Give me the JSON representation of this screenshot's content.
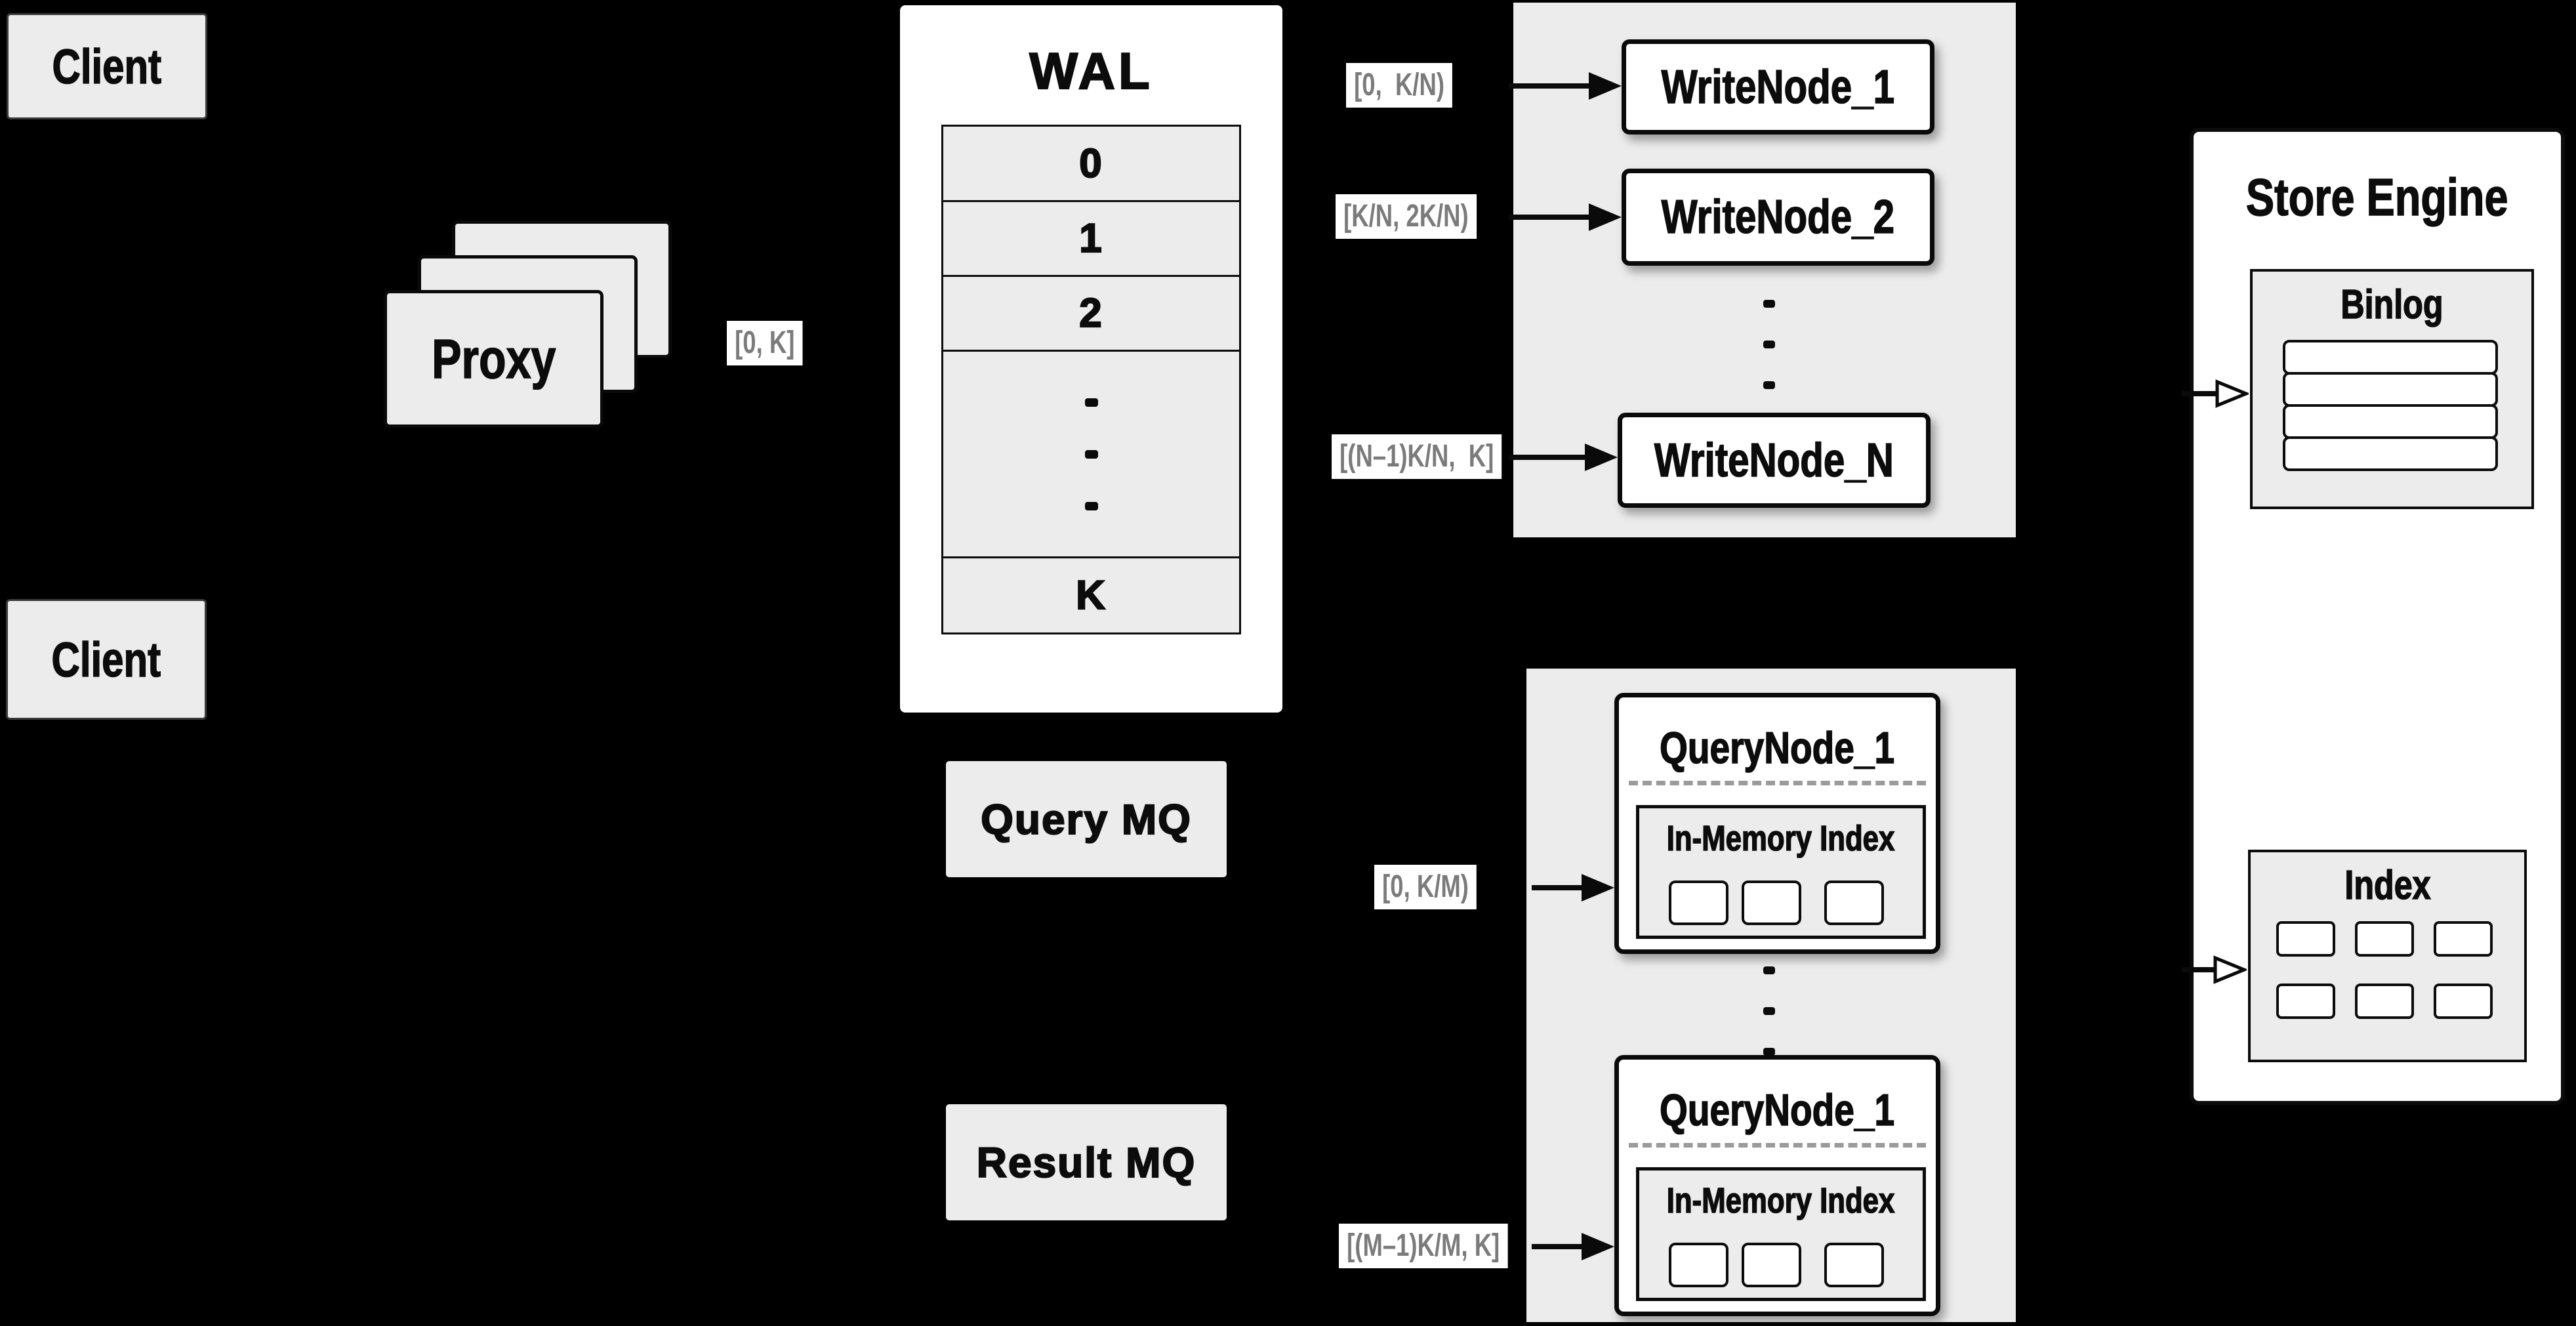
{
  "colors": {
    "background": "#000000",
    "panel_gray": "#ececec",
    "box_white": "#ffffff",
    "line_black": "#0c0c0c",
    "range_label_text": "#7b7b7b"
  },
  "clients": {
    "top": "Client",
    "bottom": "Client"
  },
  "proxy": {
    "label": "Proxy",
    "range": "[0, K]"
  },
  "wal": {
    "title": "WAL",
    "rows": [
      "0",
      "1",
      "2"
    ],
    "last_row": "K"
  },
  "write_group": {
    "nodes": [
      {
        "label": "WriteNode_1",
        "range": "[0,  K/N)"
      },
      {
        "label": "WriteNode_2",
        "range": "[K/N, 2K/N)"
      },
      {
        "label": "WriteNode_N",
        "range": "[(N–1)K/N,  K]"
      }
    ]
  },
  "mq": {
    "query": "Query MQ",
    "result": "Result MQ"
  },
  "query_group": {
    "nodes": [
      {
        "title": "QueryNode_1",
        "subtitle": "In-Memory Index",
        "range": "[0, K/M)"
      },
      {
        "title": "QueryNode_1",
        "subtitle": "In-Memory Index",
        "range": "[(M–1)K/M, K]"
      }
    ]
  },
  "store_engine": {
    "title": "Store Engine",
    "binlog_title": "Binlog",
    "index_title": "Index"
  }
}
